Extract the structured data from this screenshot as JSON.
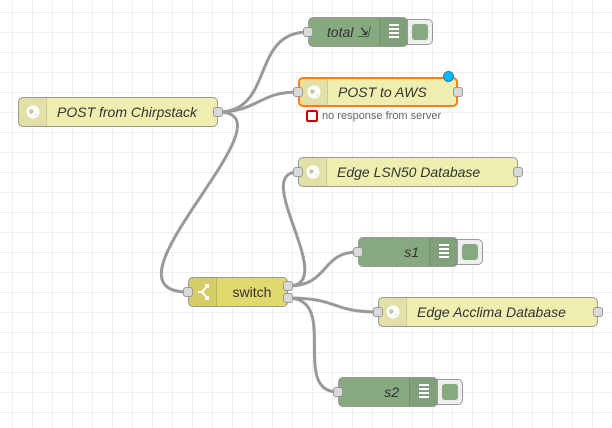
{
  "flow": {
    "nodes": {
      "http_in": {
        "label": "POST from Chirpstack",
        "icon": "globe-icon"
      },
      "total": {
        "label": "total",
        "icon": "list-icon"
      },
      "post_aws": {
        "label": "POST to AWS",
        "icon": "globe-icon",
        "status": "no response from server"
      },
      "edge_lsn50": {
        "label": "Edge LSN50 Database",
        "icon": "globe-icon"
      },
      "s1": {
        "label": "s1",
        "icon": "list-icon"
      },
      "switch": {
        "label": "switch",
        "icon": "switch-icon"
      },
      "edge_acclima": {
        "label": "Edge Acclima Database",
        "icon": "globe-icon"
      },
      "s2": {
        "label": "s2",
        "icon": "list-icon"
      }
    },
    "colors": {
      "http": "#eeeeb0",
      "debug": "#87a980",
      "switch": "#e2d96e",
      "selected": "#ff7f0e",
      "changed": "#00bcff",
      "error": "#cc0000"
    }
  }
}
